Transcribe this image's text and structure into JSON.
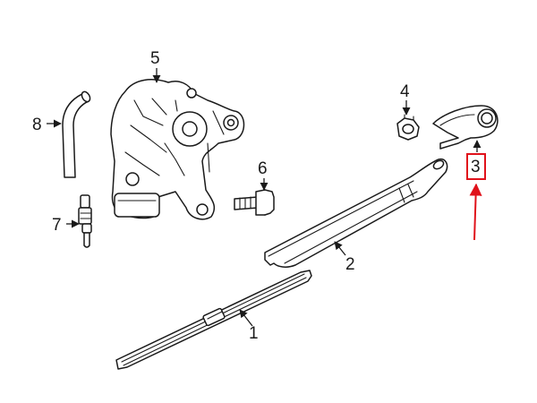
{
  "callouts": {
    "c1": "1",
    "c2": "2",
    "c3": "3",
    "c4": "4",
    "c5": "5",
    "c6": "6",
    "c7": "7",
    "c8": "8"
  },
  "colors": {
    "line": "#1a1a1a",
    "highlight": "#e0121b",
    "background": "#ffffff"
  },
  "highlighted_callout": "3"
}
